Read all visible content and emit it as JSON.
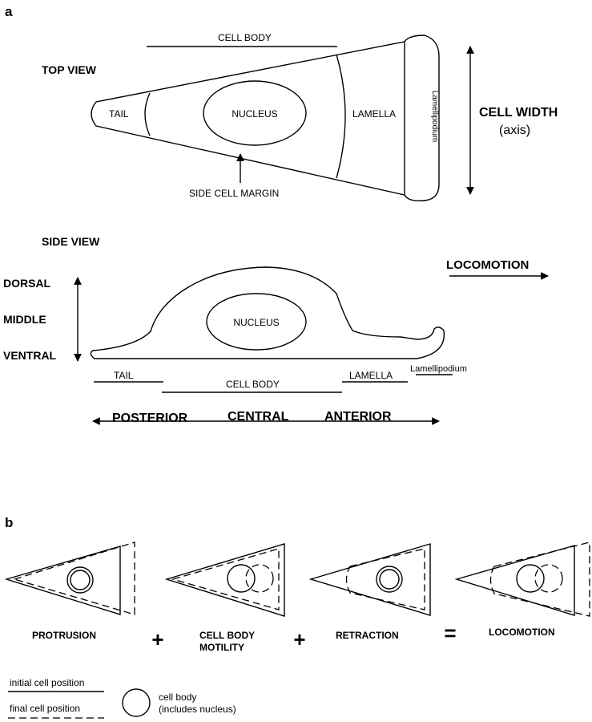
{
  "panel_a": {
    "label": "a",
    "top_view": {
      "title": "TOP VIEW",
      "cell_body": "CELL BODY",
      "tail": "TAIL",
      "nucleus": "NUCLEUS",
      "lamella": "LAMELLA",
      "lamellipodium": "Lamellipodium",
      "side_cell_margin": "SIDE CELL MARGIN",
      "cell_width": "CELL WIDTH",
      "axis": "(axis)"
    },
    "side_view": {
      "title": "SIDE VIEW",
      "locomotion": "LOCOMOTION",
      "dorsal": "DORSAL",
      "middle": "MIDDLE",
      "ventral": "VENTRAL",
      "nucleus": "NUCLEUS",
      "tail": "TAIL",
      "cell_body": "CELL BODY",
      "lamella": "LAMELLA",
      "lamellipodium": "Lamellipodium",
      "posterior": "POSTERIOR",
      "central": "CENTRAL",
      "anterior": "ANTERIOR"
    }
  },
  "panel_b": {
    "label": "b",
    "steps": [
      "PROTRUSION",
      "CELL BODY\nMOTILITY",
      "RETRACTION",
      "LOCOMOTION"
    ],
    "operators": [
      "+",
      "+",
      "="
    ],
    "legend": {
      "initial": "initial cell position",
      "final": "final cell position",
      "cell_body": "cell body\n(includes nucleus)"
    }
  }
}
